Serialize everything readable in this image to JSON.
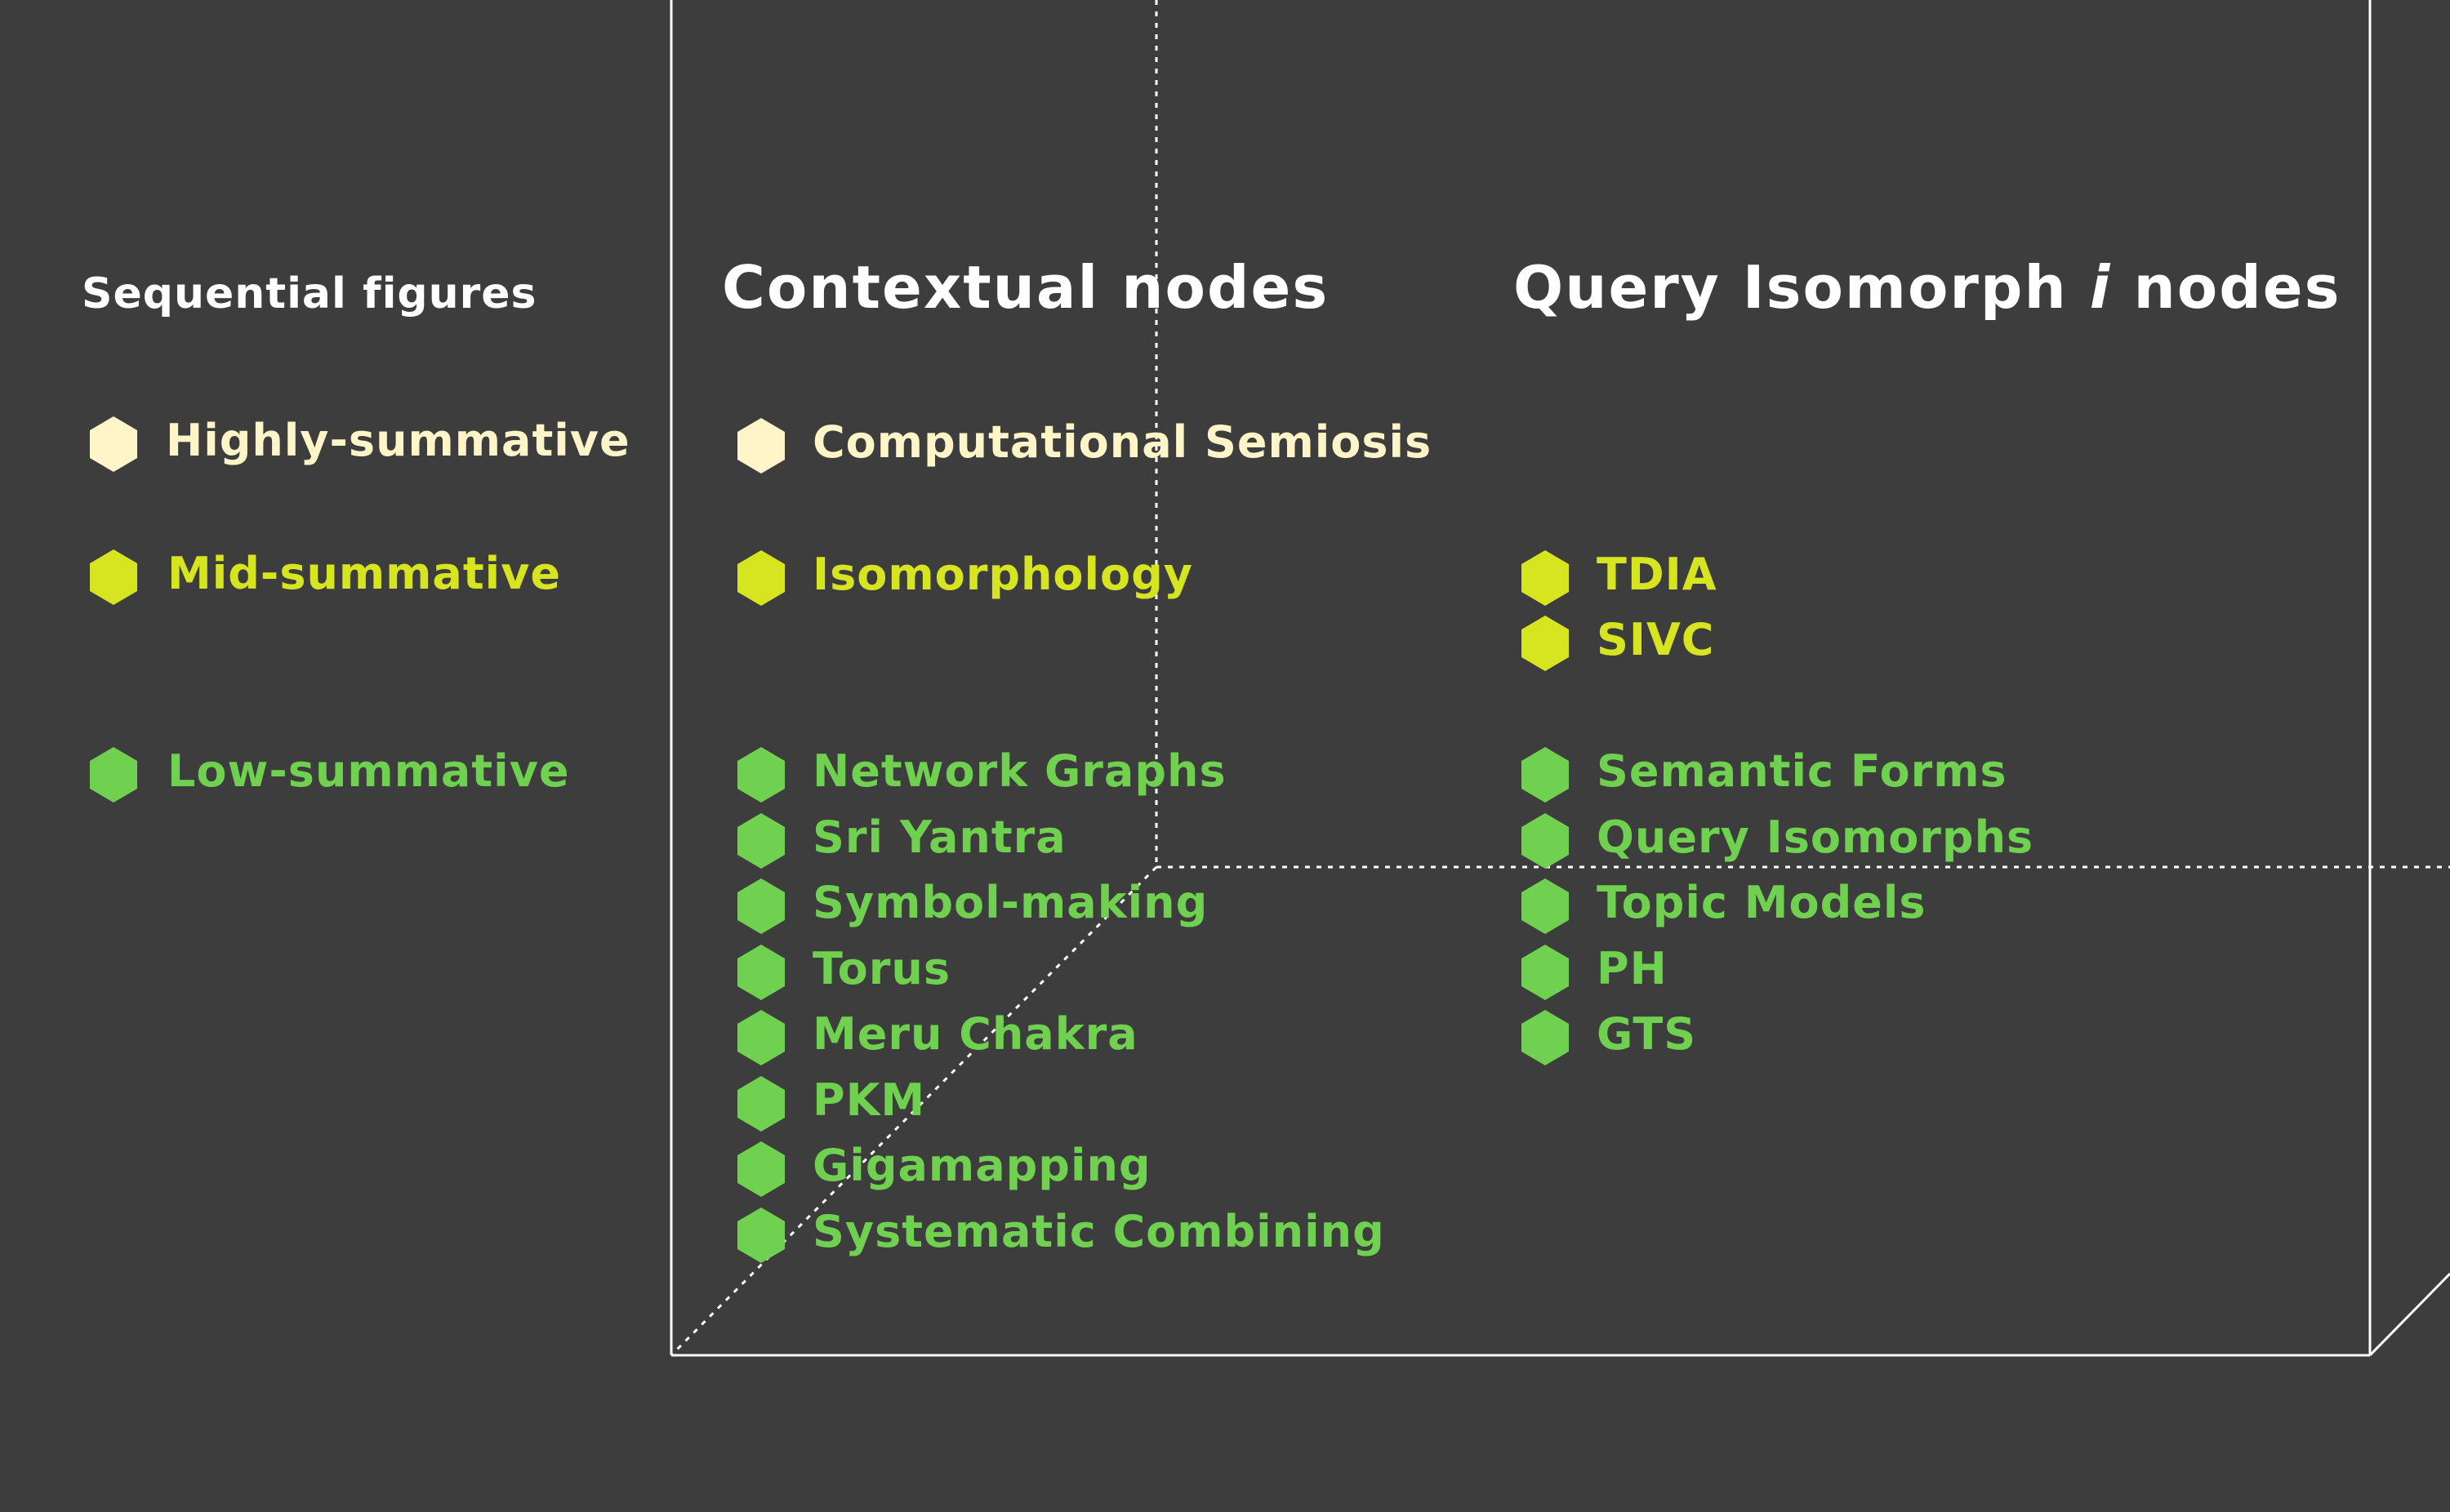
{
  "colors": {
    "background": "#3d3d3d",
    "frame": "#ffffff",
    "highly_summative": "#fff5c8",
    "mid_summative": "#d6e51f",
    "low_summative": "#6fd14f"
  },
  "legend": {
    "title": "Sequential figures",
    "items": [
      {
        "label": "Highly-summative",
        "level": "high"
      },
      {
        "label": "Mid-summative",
        "level": "mid"
      },
      {
        "label": "Low-summative",
        "level": "low"
      }
    ]
  },
  "contextual": {
    "heading": "Contextual nodes",
    "high": [
      "Computational Semiosis"
    ],
    "mid": [
      "Isomorphology"
    ],
    "low": [
      "Network Graphs",
      "Sri Yantra",
      "Symbol-making",
      "Torus",
      "Meru Chakra",
      "PKM",
      "Gigamapping",
      "Systematic Combining"
    ]
  },
  "query": {
    "heading_pre": "Query Isomorph ",
    "heading_var": "i",
    "heading_post": " nodes",
    "mid": [
      "TDIA",
      "SIVC"
    ],
    "low": [
      "Semantic Forms",
      "Query Isomorphs",
      "Topic Models",
      "PH",
      "GTS"
    ]
  }
}
